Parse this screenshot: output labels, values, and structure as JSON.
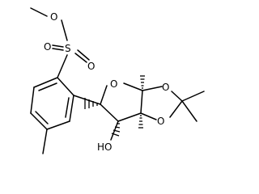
{
  "diagram": {
    "atoms": {
      "o_methoxy": "O",
      "s_sulfonyl": "S",
      "o_sulfonyl_top": "O",
      "o_sulfonyl_right": "O",
      "o_ring": "O",
      "o_dioxolane_top": "O",
      "o_dioxolane_bottom": "O",
      "hydroxyl": "HO"
    },
    "colors": {
      "bond": "#000000",
      "label": "#000000",
      "background": "#ffffff"
    }
  }
}
